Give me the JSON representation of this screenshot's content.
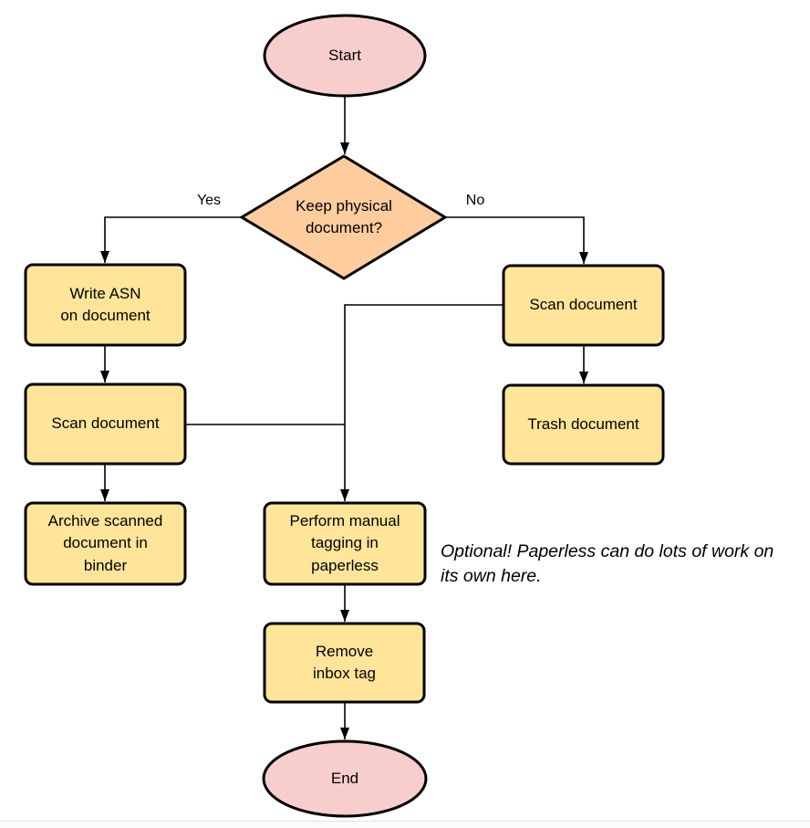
{
  "diagram": {
    "background": "#ffffff",
    "stroke_color": "#000000",
    "colors": {
      "terminator": "#F8CECC",
      "decision": "#FFCC9E",
      "process": "#FFE599"
    },
    "nodes": {
      "start": "Start",
      "decision": "Keep physical\ndocument?",
      "write_asn": "Write ASN\non document",
      "scan_left": "Scan document",
      "archive": "Archive scanned\ndocument in\nbinder",
      "scan_right": "Scan document",
      "trash": "Trash document",
      "perform": "Perform manual\ntagging in\npaperless",
      "remove": "Remove\ninbox tag",
      "end": "End"
    },
    "edge_labels": {
      "yes": "Yes",
      "no": "No"
    },
    "note": "Optional! Paperless can do lots of work on\nits own here."
  }
}
